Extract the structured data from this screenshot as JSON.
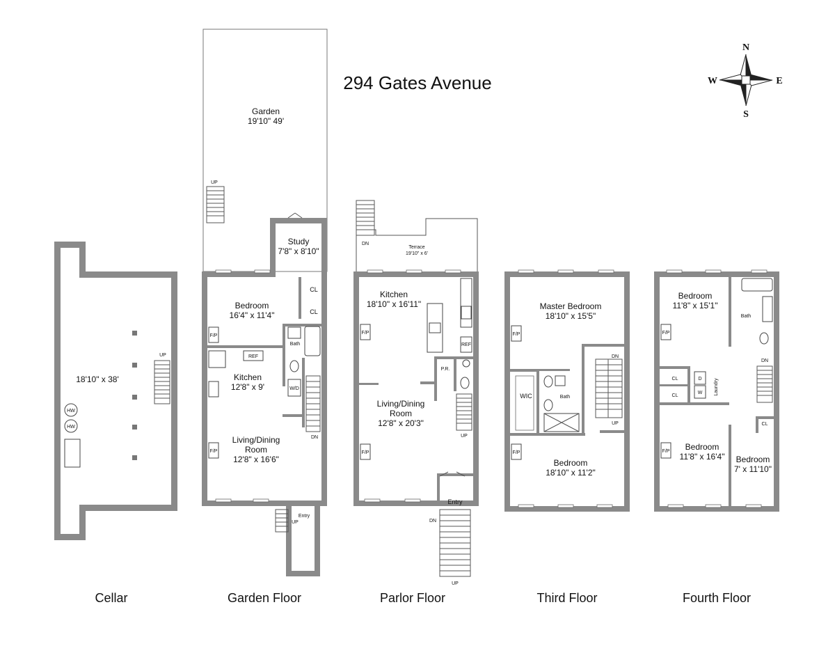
{
  "title": "294 Gates Avenue",
  "compass": {
    "n": "N",
    "e": "E",
    "s": "S",
    "w": "W"
  },
  "floors": {
    "cellar": {
      "label": "Cellar",
      "dims": "18'10\" x 38'",
      "up": "UP",
      "hw1": "HW",
      "hw2": "HW"
    },
    "garden": {
      "label": "Garden Floor",
      "garden_name": "Garden",
      "garden_dims": "19'10\" 49'",
      "up": "UP",
      "study_name": "Study",
      "study_dims": "7'8\" x 8'10\"",
      "bedroom_name": "Bedroom",
      "bedroom_dims": "16'4\" x 11'4\"",
      "cl1": "CL",
      "cl2": "CL",
      "bath": "Bath",
      "ref": "REF",
      "kitchen_name": "Kitchen",
      "kitchen_dims": "12'8\" x 9'",
      "wd": "W/D",
      "fp1": "F/P",
      "fp2": "F/P",
      "living_name1": "Living/Dining",
      "living_name2": "Room",
      "living_dims": "12'8\" x 16'6\"",
      "dn": "DN",
      "entry": "Entry",
      "up2": "UP"
    },
    "parlor": {
      "label": "Parlor Floor",
      "dn": "DN",
      "terrace_name": "Terrace",
      "terrace_dims": "19'10\" x 6'",
      "kitchen_name": "Kitchen",
      "kitchen_dims": "18'10\" x 16'11\"",
      "ref": "REF",
      "pr": "P.R.",
      "fp1": "F/P",
      "fp2": "F/P",
      "living_name1": "Living/Dining",
      "living_name2": "Room",
      "living_dims": "12'8\" x 20'3\"",
      "up": "UP",
      "entry": "Entry",
      "dn2": "DN",
      "up2": "UP"
    },
    "third": {
      "label": "Third Floor",
      "master_name": "Master Bedroom",
      "master_dims": "18'10\" x 15'5\"",
      "fp1": "F/P",
      "fp2": "F/P",
      "wic": "WIC",
      "bath": "Bath",
      "dn": "DN",
      "up": "UP",
      "bedroom_name": "Bedroom",
      "bedroom_dims": "18'10\" x 11'2\""
    },
    "fourth": {
      "label": "Fourth Floor",
      "bed1_name": "Bedroom",
      "bed1_dims": "11'8\" x 15'1\"",
      "bath": "Bath",
      "fp1": "F/P",
      "fp2": "F/P",
      "cl1": "CL",
      "cl2": "CL",
      "d": "D",
      "w": "W",
      "laundry": "Laundry",
      "dn": "DN",
      "cl3": "CL",
      "bed2_name": "Bedroom",
      "bed2_dims": "11'8\" x 16'4\"",
      "bed3_name": "Bedroom",
      "bed3_dims": "7' x 11'10\""
    }
  }
}
